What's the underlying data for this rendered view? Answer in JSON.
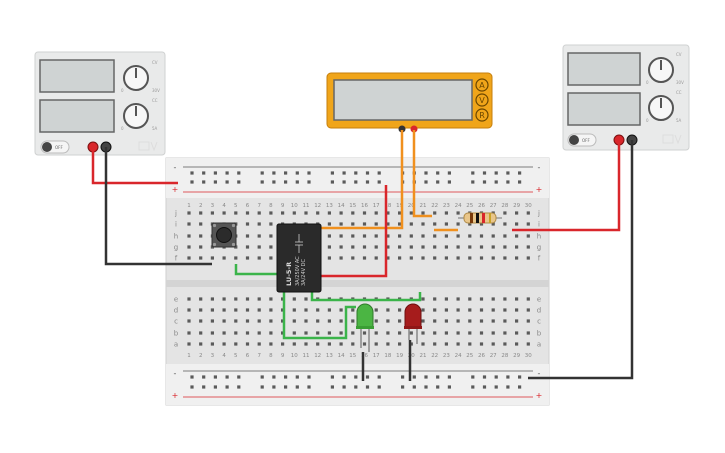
{
  "psu_left": {
    "knob_top_label": "CV",
    "knob_top_max": "30V",
    "knob_top_min": "0",
    "knob_bottom_label": "CC",
    "knob_bottom_max": "5A",
    "knob_bottom_min": "0",
    "switch_label": "OFF"
  },
  "psu_right": {
    "knob_top_label": "CV",
    "knob_top_max": "30V",
    "knob_top_min": "0",
    "knob_bottom_label": "CC",
    "knob_bottom_max": "5A",
    "knob_bottom_min": "0",
    "switch_label": "OFF"
  },
  "multimeter": {
    "mode_buttons": [
      "A",
      "V",
      "R"
    ],
    "accent": "#f0a51a"
  },
  "breadboard": {
    "top_rail_signs": [
      "-",
      "+"
    ],
    "bottom_rail_signs": [
      "-",
      "+"
    ],
    "column_numbers": [
      "1",
      "2",
      "3",
      "4",
      "5",
      "6",
      "7",
      "8",
      "9",
      "10",
      "11",
      "12",
      "13",
      "14",
      "15",
      "16",
      "17",
      "18",
      "19",
      "20",
      "21",
      "22",
      "23",
      "24",
      "25",
      "26",
      "27",
      "28",
      "29",
      "30"
    ],
    "row_letters_top": [
      "j",
      "i",
      "h",
      "g",
      "f"
    ],
    "row_letters_bottom": [
      "e",
      "d",
      "c",
      "b",
      "a"
    ]
  },
  "relay": {
    "brand": "LU-5-R",
    "rating_line_1": "3A/250V AC",
    "rating_line_2": "3A/24V DC"
  },
  "colors": {
    "wire_red": "#d9262b",
    "wire_black": "#333333",
    "wire_green": "#3bb44a",
    "wire_orange": "#f0901e",
    "led_green": "#4bb543",
    "led_red": "#a61c1c"
  }
}
